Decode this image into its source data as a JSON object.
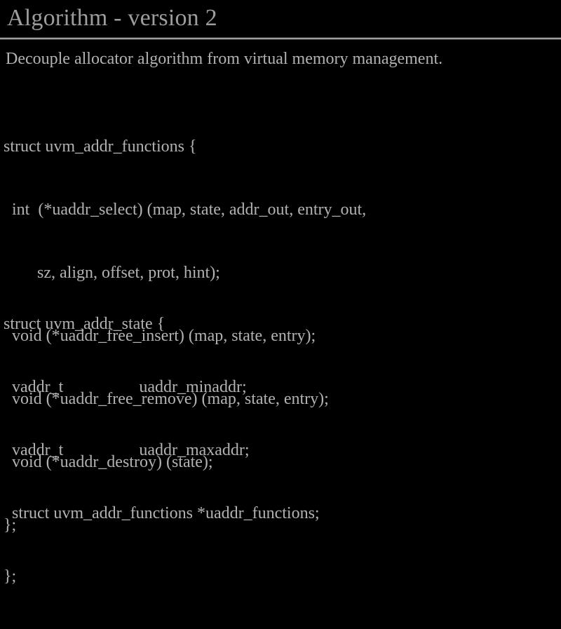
{
  "slide": {
    "title": "Algorithm - version 2",
    "lead": "Decouple allocator algorithm from virtual memory management.",
    "background_color": "#000000",
    "title_color": "#9d9d9d",
    "text_color": "#b2b2b2",
    "rule_color": "#a0a0a0",
    "code_blocks": [
      {
        "name": "uvm_addr_functions",
        "lines": [
          "struct uvm_addr_functions {",
          "  int  (*uaddr_select) (map, state, addr_out, entry_out,",
          "        sz, align, offset, prot, hint);",
          "  void (*uaddr_free_insert) (map, state, entry);",
          "  void (*uaddr_free_remove) (map, state, entry);",
          "  void (*uaddr_destroy) (state);",
          "};"
        ]
      },
      {
        "name": "uvm_addr_state",
        "lines": [
          "struct uvm_addr_state {",
          "  vaddr_t                  uaddr_minaddr;",
          "  vaddr_t                  uaddr_maxaddr;",
          "  struct uvm_addr_functions *uaddr_functions;",
          "};"
        ]
      }
    ]
  }
}
